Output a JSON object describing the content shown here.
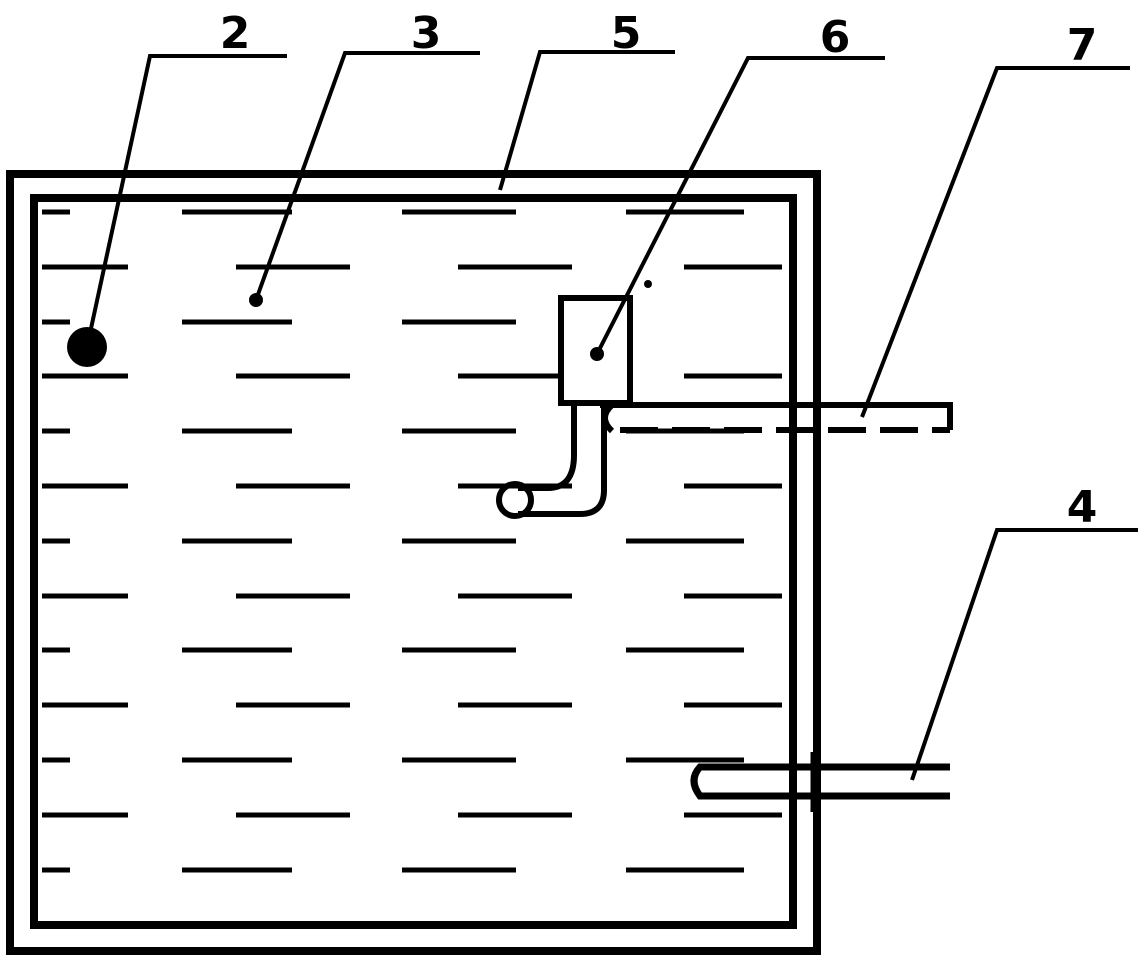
{
  "diagram": {
    "callouts": [
      {
        "id": "c2",
        "number": "2"
      },
      {
        "id": "c3",
        "number": "3"
      },
      {
        "id": "c5",
        "number": "5"
      },
      {
        "id": "c6",
        "number": "6"
      },
      {
        "id": "c7",
        "number": "7"
      },
      {
        "id": "c4",
        "number": "4"
      }
    ]
  },
  "colors": {
    "ink": "#000000",
    "background": "#ffffff"
  }
}
